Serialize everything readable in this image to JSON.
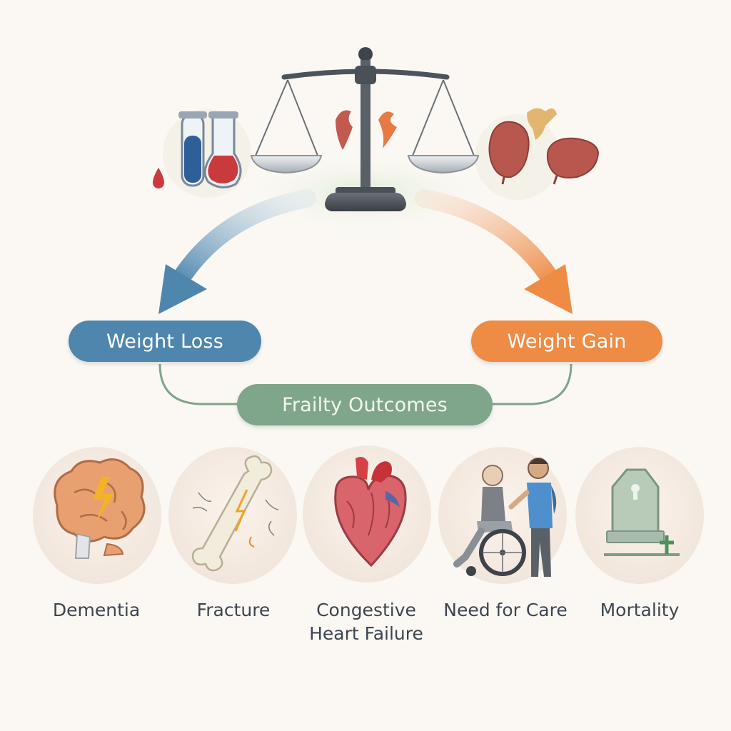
{
  "diagram": {
    "branches": [
      {
        "label": "Weight Loss",
        "color": "#4f86ae"
      },
      {
        "label": "Weight Gain",
        "color": "#ee8b45"
      }
    ],
    "junction": {
      "label": "Frailty Outcomes",
      "color": "#7fa58a"
    },
    "outcomes": [
      {
        "label": "Dementia",
        "icon": "brain-icon"
      },
      {
        "label": "Fracture",
        "icon": "bone-icon"
      },
      {
        "label": "Congestive Heart Failure",
        "icon": "heart-icon"
      },
      {
        "label": "Need for Care",
        "icon": "wheelchair-care-icon"
      },
      {
        "label": "Mortality",
        "icon": "gravestone-icon"
      }
    ],
    "top_icons": [
      "blood-test-tubes-icon",
      "balance-scale-icon",
      "liver-kidney-icon"
    ]
  }
}
